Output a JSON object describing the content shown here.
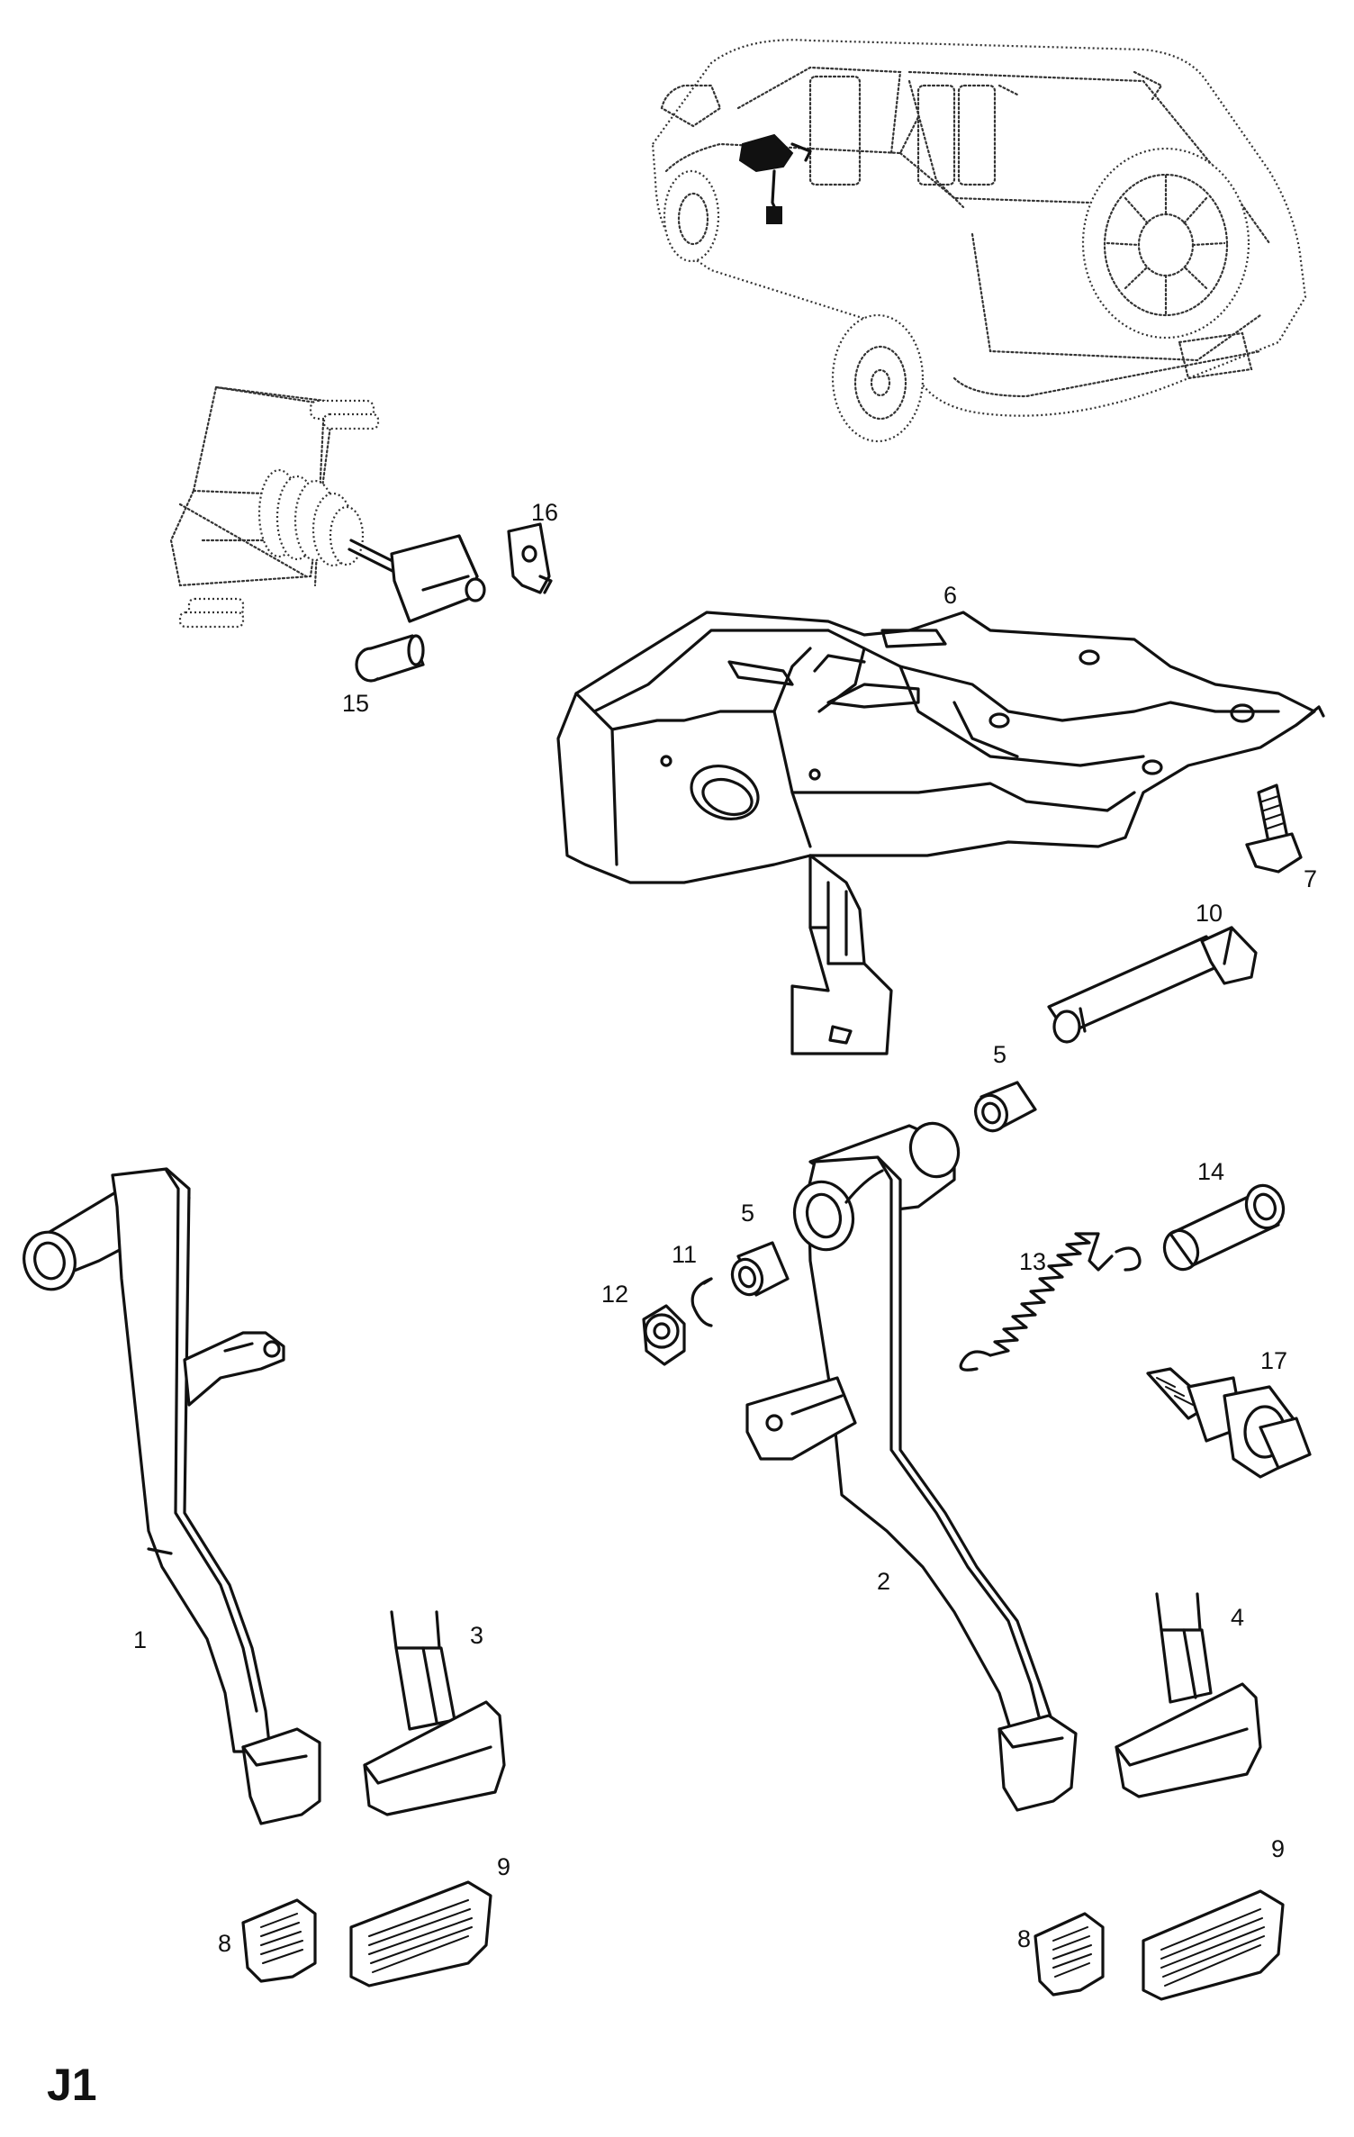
{
  "page_code": "J1",
  "callouts": {
    "c1": "1",
    "c2": "2",
    "c3": "3",
    "c4": "4",
    "c5a": "5",
    "c5b": "5",
    "c6": "6",
    "c7": "7",
    "c8a": "8",
    "c8b": "8",
    "c9a": "9",
    "c9b": "9",
    "c10": "10",
    "c11": "11",
    "c12": "12",
    "c13": "13",
    "c14": "14",
    "c15": "15",
    "c16": "16",
    "c17": "17"
  }
}
